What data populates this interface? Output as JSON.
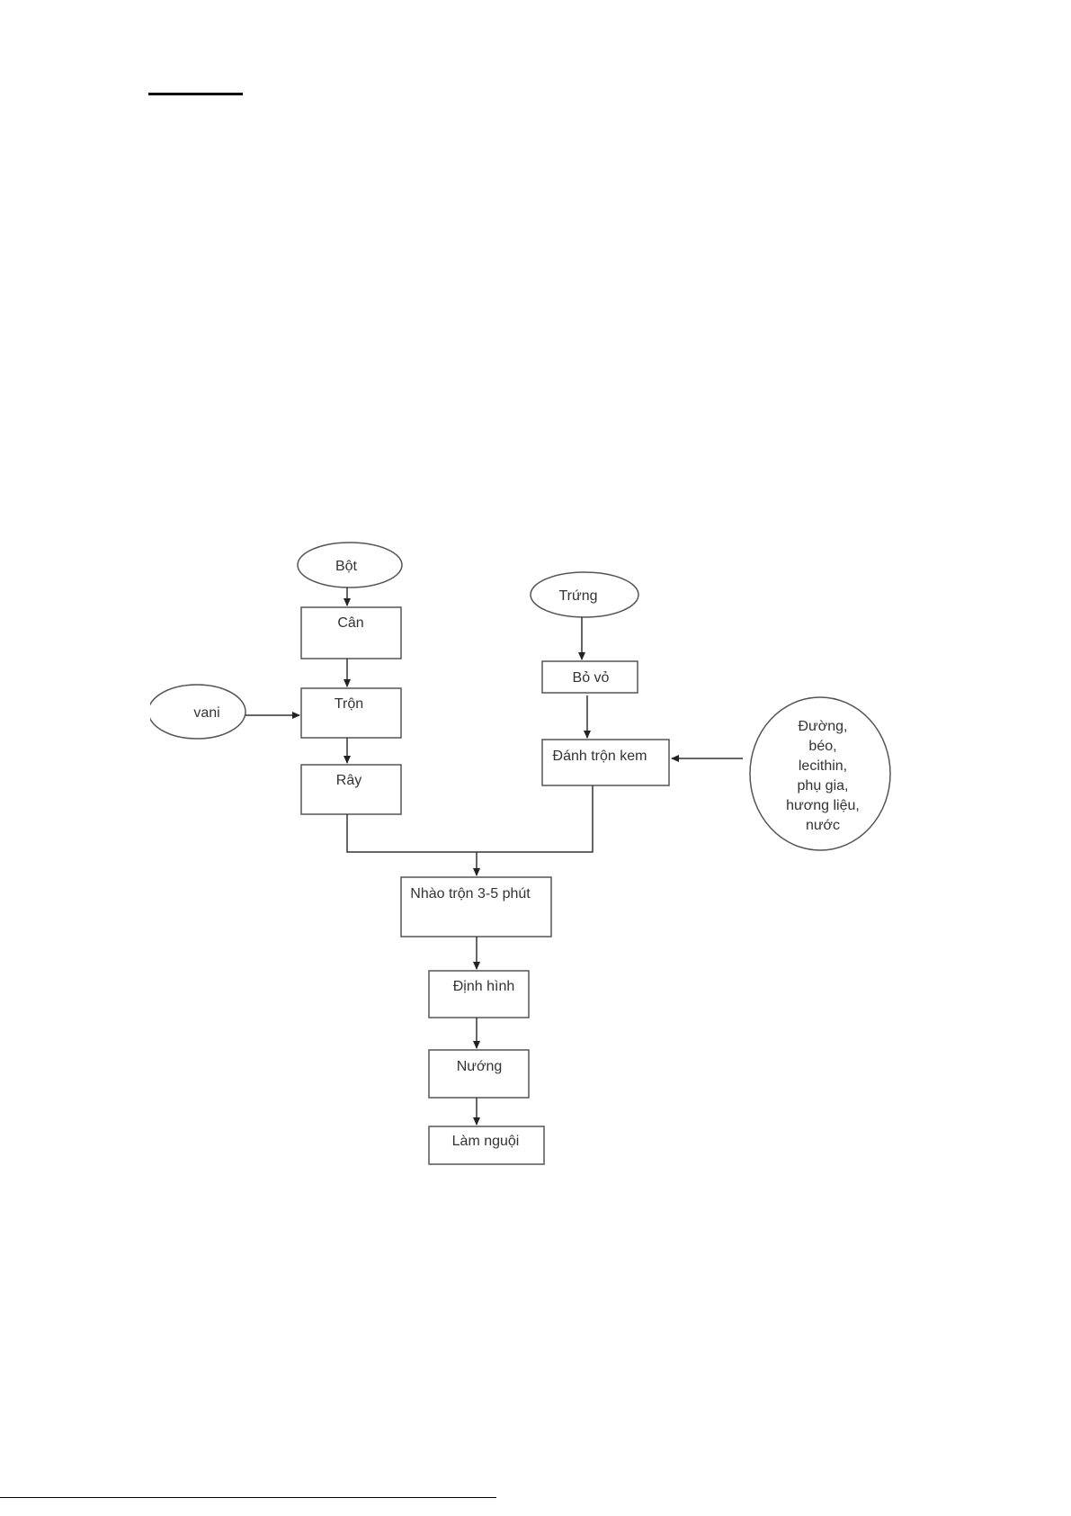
{
  "flowchart": {
    "inputs": {
      "flour": "Bột",
      "vanilla": "vani",
      "eggs": "Trứng",
      "additives": [
        "Đường,",
        "béo,",
        "lecithin,",
        "phụ gia,",
        "hương liệu,",
        "nước"
      ]
    },
    "steps": {
      "weigh": "Cân",
      "mix": "Trộn",
      "sift": "Rây",
      "shell": "Bỏ vỏ",
      "cream": "Đánh trộn kem",
      "knead": "Nhào trộn 3-5 phút",
      "shape": "Định hình",
      "bake": "Nướng",
      "cool": "Làm nguội"
    }
  }
}
